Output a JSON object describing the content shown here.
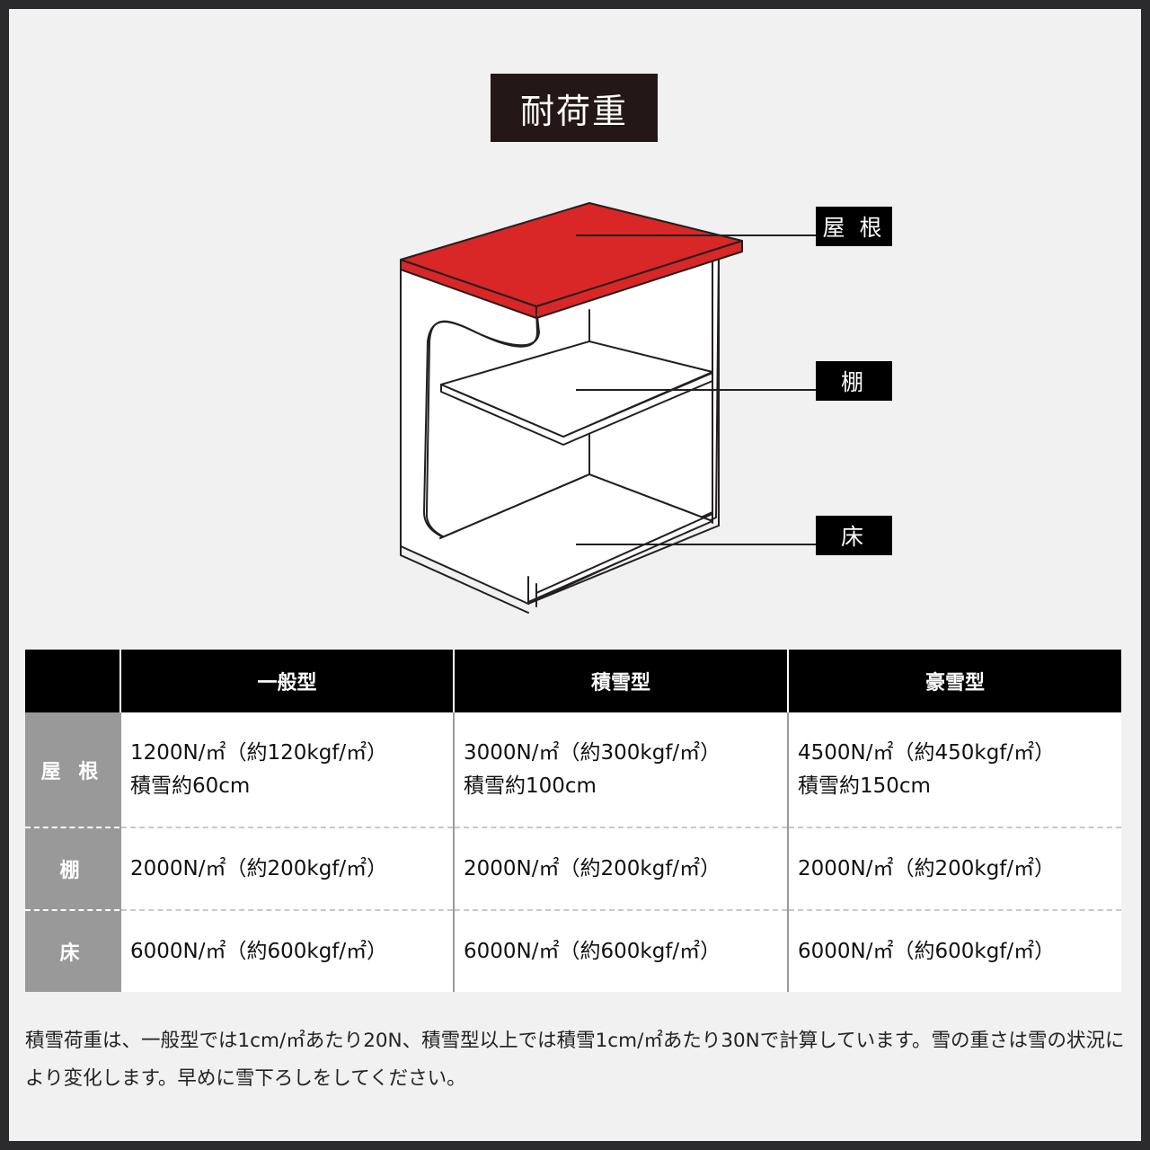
{
  "title": "耐荷重",
  "colors": {
    "background": "#f0f1f0",
    "frame": "#2b2b2d",
    "roof_accent": "#d92626",
    "header_bg": "#000000",
    "row_header_bg": "#999999",
    "title_bg": "#231815"
  },
  "diagram": {
    "callouts": [
      {
        "id": "roof",
        "label": "屋 根"
      },
      {
        "id": "shelf",
        "label": "棚"
      },
      {
        "id": "floor",
        "label": "床"
      }
    ]
  },
  "table": {
    "columns": [
      "",
      "一般型",
      "積雪型",
      "豪雪型"
    ],
    "rows": [
      {
        "label": "屋 根",
        "cells": [
          {
            "line1": "1200N/㎡（約120kgf/㎡）",
            "line2": "積雪約60cm"
          },
          {
            "line1": "3000N/㎡（約300kgf/㎡）",
            "line2": "積雪約100cm"
          },
          {
            "line1": "4500N/㎡（約450kgf/㎡）",
            "line2": "積雪約150cm"
          }
        ]
      },
      {
        "label": "棚",
        "cells": [
          {
            "line1": "2000N/㎡（約200kgf/㎡）"
          },
          {
            "line1": "2000N/㎡（約200kgf/㎡）"
          },
          {
            "line1": "2000N/㎡（約200kgf/㎡）"
          }
        ]
      },
      {
        "label": "床",
        "cells": [
          {
            "line1": "6000N/㎡（約600kgf/㎡）"
          },
          {
            "line1": "6000N/㎡（約600kgf/㎡）"
          },
          {
            "line1": "6000N/㎡（約600kgf/㎡）"
          }
        ]
      }
    ]
  },
  "note": "積雪荷重は、一般型では1cm/㎡あたり20N、積雪型以上では積雪1cm/㎡あたり30Nで計算しています。雪の重さは雪の状況により変化します。早めに雪下ろしをしてください。"
}
